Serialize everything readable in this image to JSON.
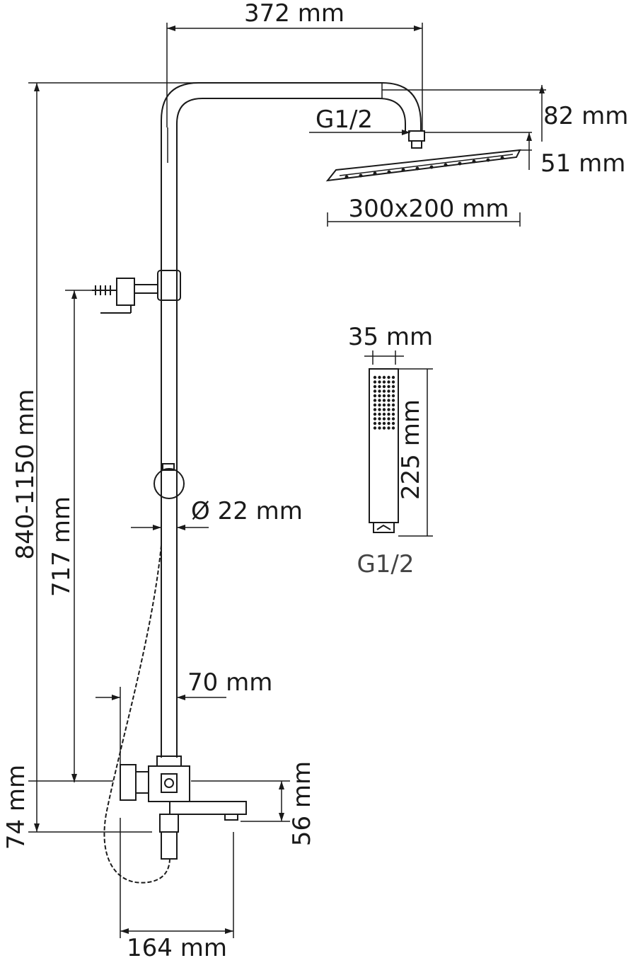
{
  "drawing": {
    "title": "Shower system dimension drawing",
    "dimensions": {
      "overhead_reach": "372 mm",
      "head_drop": "82 mm",
      "head_thread": "G1/2",
      "head_height": "51 mm",
      "head_size": "300x200 mm",
      "hand_width": "35 mm",
      "hand_length": "225 mm",
      "hand_thread": "G1/2",
      "total_height": "840-1150 mm",
      "bracket_height": "717 mm",
      "pipe_diameter": "Ø 22 mm",
      "mixer_offset": "70 mm",
      "mixer_height": "74 mm",
      "spout_height": "56 mm",
      "spout_reach": "164 mm"
    }
  }
}
